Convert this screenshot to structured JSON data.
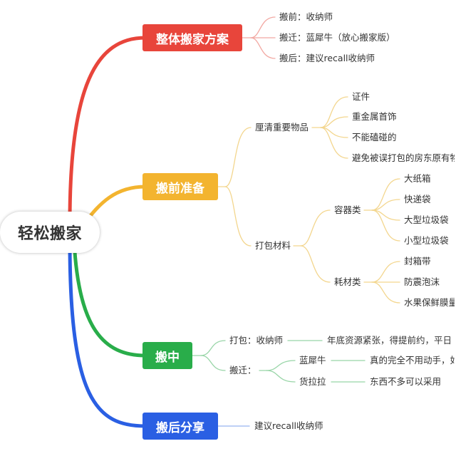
{
  "text_color": "#333333",
  "central_topic": {
    "label": "轻松搬家"
  },
  "branches": [
    {
      "label": "整体搬家方案",
      "color": "#e8453b",
      "line_color": "#f2a8a2",
      "children": [
        {
          "label": "搬前：收纳师"
        },
        {
          "label": "搬迁：蓝犀牛（放心搬家版）"
        },
        {
          "label": "搬后：建议recall收纳师"
        }
      ]
    },
    {
      "label": "搬前准备",
      "color": "#f3b42f",
      "line_color": "#f3d68e",
      "children": [
        {
          "label": "厘清重要物品",
          "children": [
            {
              "label": "证件"
            },
            {
              "label": "重金属首饰"
            },
            {
              "label": "不能磕碰的"
            },
            {
              "label": "避免被误打包的房东原有物"
            }
          ]
        },
        {
          "label": "打包材料",
          "children": [
            {
              "label": "容器类",
              "children": [
                {
                  "label": "大纸箱"
                },
                {
                  "label": "快递袋"
                },
                {
                  "label": "大型垃圾袋"
                },
                {
                  "label": "小型垃圾袋"
                }
              ]
            },
            {
              "label": "耗材类",
              "children": [
                {
                  "label": "封箱带"
                },
                {
                  "label": "防震泡沫"
                },
                {
                  "label": "水果保鲜膜量"
                }
              ]
            }
          ]
        }
      ]
    },
    {
      "label": "搬中",
      "color": "#29ad4a",
      "line_color": "#98d5a7",
      "children": [
        {
          "label": "打包：收纳师",
          "note": "年底资源紧张，得提前约，平日"
        },
        {
          "label": "搬迁：",
          "children": [
            {
              "label": "蓝犀牛",
              "note": "真的完全不用动手，如"
            },
            {
              "label": "货拉拉",
              "note": "东西不多可以采用"
            }
          ]
        }
      ]
    },
    {
      "label": "搬后分享",
      "color": "#2a5fe3",
      "line_color": "#98b4f0",
      "children": [
        {
          "label": "建议recall收纳师"
        }
      ]
    }
  ]
}
